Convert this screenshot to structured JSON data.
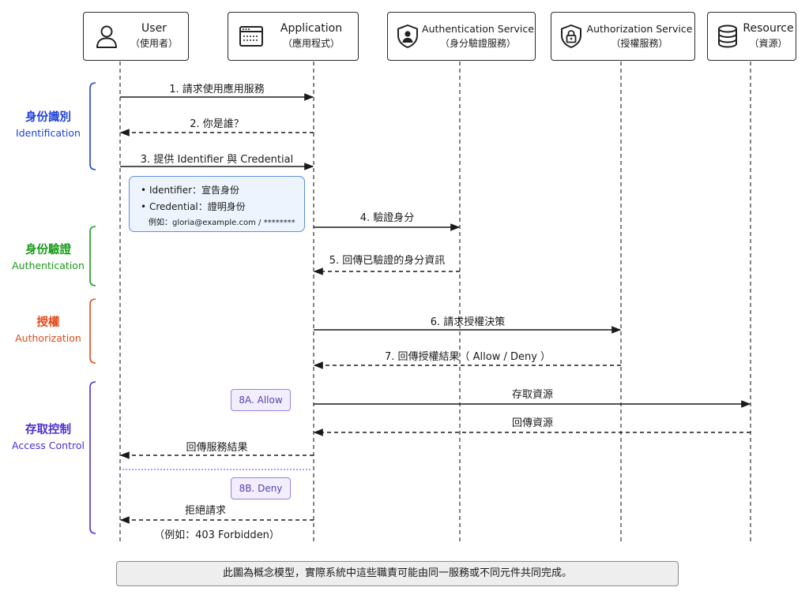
{
  "actors": [
    {
      "name": "User",
      "name_zh": "（使用者）",
      "icon": "user-icon"
    },
    {
      "name": "Application",
      "name_zh": "（應用程式）",
      "icon": "app-window-icon"
    },
    {
      "name": "Authentication Service",
      "name_zh": "（身分驗證服務）",
      "icon": "shield-user-icon"
    },
    {
      "name": "Authorization Service",
      "name_zh": "（授權服務）",
      "icon": "shield-lock-icon"
    },
    {
      "name": "Resource",
      "name_zh": "（資源）",
      "icon": "database-icon"
    }
  ],
  "phases": [
    {
      "zh": "身份識別",
      "en": "Identification",
      "color": "#1f3fd6"
    },
    {
      "zh": "身份驗證",
      "en": "Authentication",
      "color": "#1a9a1a"
    },
    {
      "zh": "授權",
      "en": "Authorization",
      "color": "#e04a1a"
    },
    {
      "zh": "存取控制",
      "en": "Access Control",
      "color": "#4a2fd0"
    }
  ],
  "messages": [
    {
      "label": "1.  請求使用應用服務",
      "from": "User",
      "to": "Application",
      "style": "solid"
    },
    {
      "label": "2.  你是誰？",
      "from": "Application",
      "to": "User",
      "style": "dashed"
    },
    {
      "label": "3.  提供 Identifier 與 Credential",
      "from": "User",
      "to": "Application",
      "style": "solid"
    },
    {
      "label": "4.  驗證身分",
      "from": "Application",
      "to": "Authentication Service",
      "style": "solid"
    },
    {
      "label": "5.  回傳已驗證的身分資訊",
      "from": "Authentication Service",
      "to": "Application",
      "style": "dashed"
    },
    {
      "label": "6.  請求授權決策",
      "from": "Application",
      "to": "Authorization Service",
      "style": "solid"
    },
    {
      "label": "7.  回傳授權結果（ Allow / Deny ）",
      "from": "Authorization Service",
      "to": "Application",
      "style": "dashed"
    },
    {
      "label": "存取資源",
      "from": "Application",
      "to": "Resource",
      "style": "solid"
    },
    {
      "label": "回傳資源",
      "from": "Resource",
      "to": "Application",
      "style": "dashed"
    },
    {
      "label": "回傳服務結果",
      "from": "Application",
      "to": "User",
      "style": "dashed"
    },
    {
      "label": "拒絕請求",
      "from": "Application",
      "to": "User",
      "style": "dashed"
    }
  ],
  "deny_example": "（例如：403 Forbidden）",
  "note": {
    "line1": "Identifier：宣告身份",
    "line2": "Credential：證明身份",
    "example": "例如：gloria@example.com / ********"
  },
  "badges": {
    "allow": "8A. Allow",
    "deny": "8B. Deny"
  },
  "footer": "此圖為概念模型，實際系統中這些職責可能由同一服務或不同元件共同完成。",
  "colors": {
    "line": "#1a1a1a",
    "note_border": "#5b8fe0",
    "note_bg": "#edf4fe",
    "badge_border": "#9b7fe0",
    "badge_bg": "#f3eefd",
    "divider": "#8b5cf6"
  }
}
